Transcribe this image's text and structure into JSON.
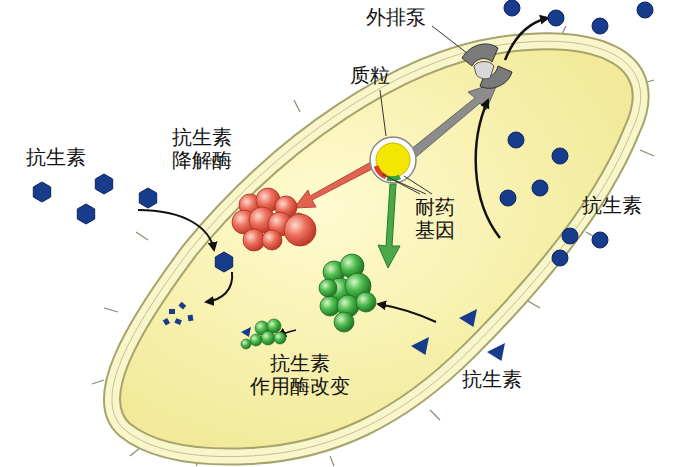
{
  "diagram": {
    "labels": [
      "外排泵",
      "质粒",
      "抗生素 降解酶",
      "抗生素",
      "抗生素",
      "耐药 基因",
      "抗生素 作用酶改变",
      "抗生素"
    ]
  }
}
